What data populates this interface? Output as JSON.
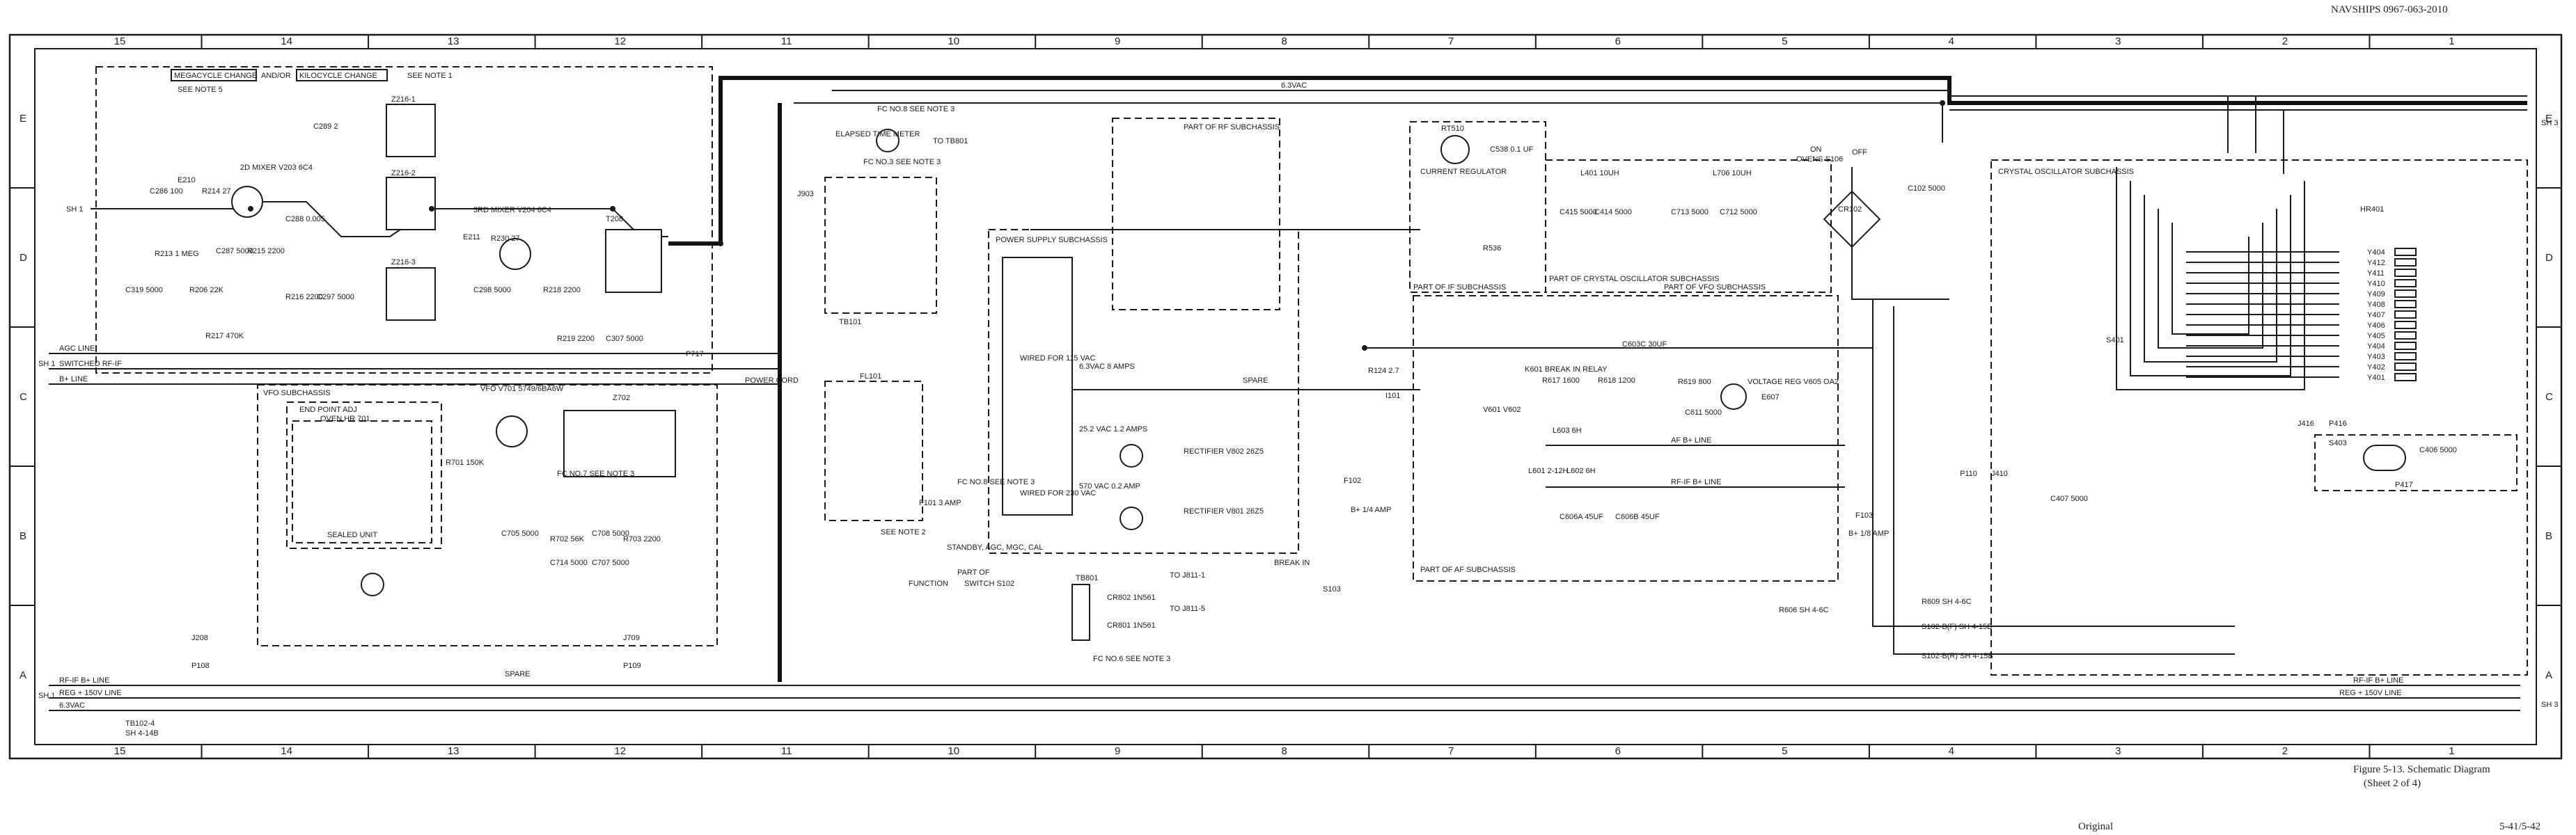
{
  "header": {
    "doc_number": "NAVSHIPS 0967-063-2010"
  },
  "caption": {
    "line1": "Figure 5-13.  Schematic Diagram",
    "line2": "(Sheet 2 of 4)"
  },
  "footer": {
    "status": "Original",
    "page": "5-41/5-42"
  },
  "grid": {
    "columns": [
      "15",
      "14",
      "13",
      "12",
      "11",
      "10",
      "9",
      "8",
      "7",
      "6",
      "5",
      "4",
      "3",
      "2",
      "1"
    ],
    "rows": [
      "E",
      "D",
      "C",
      "B",
      "A"
    ]
  },
  "notes": {
    "mc_change": "MEGACYCLE CHANGE",
    "and_or": "AND/OR",
    "kc_change": "KILOCYCLE CHANGE",
    "see_note_1": "SEE NOTE 1",
    "see_note_5": "SEE NOTE 5"
  },
  "subchassis": {
    "vfo": "VFO SUBCHASSIS",
    "power": "POWER SUPPLY SUBCHASSIS",
    "rf": "PART OF RF SUBCHASSIS",
    "crystal_osc": "CRYSTAL OSCILLATOR SUBCHASSIS",
    "part_crystal": "PART OF CRYSTAL OSCILLATOR SUBCHASSIS",
    "part_vfo": "PART OF VFO SUBCHASSIS",
    "part_if": "PART OF IF SUBCHASSIS",
    "part_af": "PART OF AF SUBCHASSIS",
    "end_point": "END POINT ADJ",
    "oven": "OVEN HR 701",
    "sealed": "SEALED UNIT"
  },
  "lines": {
    "agc": "AGC LINE",
    "switched_rf_if": "SWITCHED RF-IF",
    "b_plus": "B+ LINE",
    "rf_if_b": "RF-IF B+ LINE",
    "reg_150": "REG + 150V LINE",
    "v63": "6.3VAC",
    "af_b": "AF B+ LINE",
    "rf_if_b2": "RF-IF B+ LINE",
    "sh1": "SH 1",
    "sh3": "SH 3",
    "tb102": "TB102-4",
    "sh4_14b": "SH 4-14B",
    "spare": "SPARE"
  },
  "tubes": {
    "v203": "2D MIXER V203 6C4",
    "v204": "3RD MIXER V204 6C4",
    "vfo": "VFO V701 5749/6BA6W",
    "current_reg": "CURRENT REGULATOR",
    "rt510": "RT510",
    "voltage_reg": "VOLTAGE REG V605 OA2",
    "v801": "RECTIFIER V801 26Z5",
    "v802": "RECTIFIER V802 26Z5",
    "v601": "V601 V602"
  },
  "components": {
    "c286": "C286 100",
    "r214": "R214 27",
    "e210": "E210",
    "r213": "R213 1 MEG",
    "r206": "R206 22K",
    "c319": "C319 5000",
    "r217": "R217 470K",
    "c287": "C287 5000",
    "r215": "R215 2200",
    "c288": "C288 0.005",
    "r216": "R216 2200",
    "c297": "C297 5000",
    "c289": "C289 2",
    "z216_1": "Z216-1",
    "z216_2": "Z216-2",
    "z216_3": "Z216-3",
    "e211": "E211",
    "r230": "R230 27",
    "t208": "T208",
    "c298": "C298 5000",
    "r218": "R218 2200",
    "r219": "R219 2200",
    "c307": "C307 5000",
    "p717": "P717",
    "z702": "Z702",
    "r701": "R701 150K",
    "c705": "C705 5000",
    "r702": "R702 56K",
    "c714": "C714 5000",
    "c708": "C708 5000",
    "c707": "C707 5000",
    "r703": "R703 2200",
    "fc7": "FC NO.7 SEE NOTE 3",
    "j208": "J208",
    "p108": "P108",
    "j709": "J709",
    "p109": "P109",
    "j903": "J903",
    "tb101": "TB101",
    "fl101": "FL101",
    "elapsed": "ELAPSED TIME METER",
    "to_tb801": "TO TB801",
    "fc8": "FC NO.8 SEE NOTE 3",
    "fc3": "FC NO.3 SEE NOTE 3",
    "power_cord": "POWER CORD",
    "f101": "F101 3 AMP",
    "see_note2": "SEE NOTE 2",
    "standby": "STANDBY, AGC, MGC, CAL",
    "function": "FUNCTION",
    "switch_s102": "SWITCH S102",
    "part_of": "PART OF",
    "wired_115": "WIRED FOR 115 VAC",
    "wired_230": "WIRED FOR 230 VAC",
    "v63_8a": "6.3VAC 8 AMPS",
    "v252": "25.2 VAC 1.2 AMPS",
    "v570": "570 VAC 0.2 AMP",
    "tb801": "TB801",
    "cr802": "CR802 1N561",
    "cr801": "CR801 1N561",
    "to_j811_1": "TO J811-1",
    "to_j811_5": "TO J811-5",
    "fc6": "FC NO.6 SEE NOTE 3",
    "break_in": "BREAK IN",
    "s103": "S103",
    "r124": "R124 2.7",
    "i101": "I101",
    "f102": "F102",
    "b_fuse": "B+ 1/4 AMP",
    "spare": "SPARE",
    "k601": "K601 BREAK IN RELAY",
    "r536": "R536",
    "c538": "C538 0.1 UF",
    "l401": "L401 10UH",
    "c414": "C414 5000",
    "c415": "C415 5000",
    "l706": "L706 10UH",
    "c712": "C712 5000",
    "c713": "C713 5000",
    "oven_s106": "OVENS S106",
    "off": "OFF",
    "on": "ON",
    "cr102": "CR102",
    "c102": "C102 5000",
    "e607": "E607",
    "r617": "R617 1600",
    "r618": "R618 1200",
    "r619": "R619 800",
    "c603c": "C603C 30UF",
    "c611": "C611 5000",
    "l603": "L603 6H",
    "l601": "L601 2-12H",
    "l602": "L602 6H",
    "c606a": "C606A 45UF",
    "c606b": "C606B 45UF",
    "r606": "R606 SH 4-6C",
    "r609": "R609 SH 4-6C",
    "s102b": "S102-B(F) SH 4-15B",
    "s102r": "S102-B(R) SH 4-15B",
    "b_fuse2": "B+ 1/8 AMP",
    "f103": "F103",
    "hr401": "HR401",
    "s401": "S401",
    "j416": "J416",
    "p416": "P416",
    "s403": "S403",
    "c406": "C406 5000",
    "c407": "C407 5000",
    "p110": "P110",
    "j410": "J410",
    "p417": "P417"
  },
  "crystals": [
    "Y404",
    "Y412",
    "Y411",
    "Y410",
    "Y409",
    "Y408",
    "Y407",
    "Y406",
    "Y405",
    "Y404",
    "Y403",
    "Y402",
    "Y401"
  ]
}
